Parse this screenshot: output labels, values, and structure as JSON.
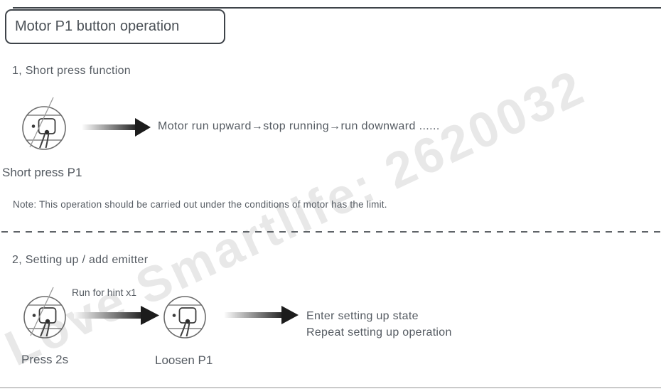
{
  "title": "Motor P1 button operation",
  "watermark": "Love Smartlife: 2620032",
  "sections": {
    "s1": {
      "heading": "1, Short press function",
      "caption": "Short press P1",
      "result": "Motor run upward→stop running→run downward ......",
      "note": "Note: This operation should be carried out under the conditions of motor has the limit."
    },
    "s2": {
      "heading": "2, Setting up / add emitter",
      "arrow_label": "Run for hint x1",
      "caption_press": "Press 2s",
      "caption_loosen": "Loosen P1",
      "result_line1": "Enter setting up state",
      "result_line2": "Repeat setting up operation"
    }
  },
  "colors": {
    "text": "#545a61",
    "border_dark": "#3e4349",
    "watermark": "#e8e8e8",
    "arrow_dark": "#1c1c1c"
  }
}
